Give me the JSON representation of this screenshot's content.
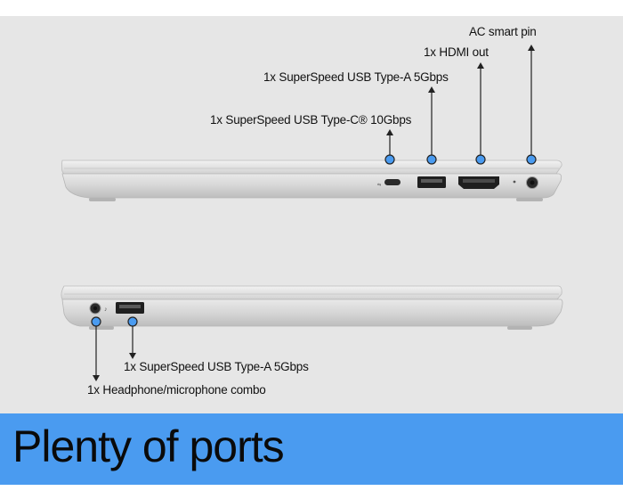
{
  "top_side": {
    "callouts": [
      {
        "id": "usb-c",
        "text": "1x SuperSpeed USB Type-C® 10Gbps"
      },
      {
        "id": "usb-a",
        "text": "1x SuperSpeed USB Type-A 5Gbps"
      },
      {
        "id": "hdmi",
        "text": "1x HDMI out"
      },
      {
        "id": "ac-pin",
        "text": "AC smart pin"
      }
    ]
  },
  "bottom_side": {
    "callouts": [
      {
        "id": "usb-a-left",
        "text": "1x SuperSpeed USB Type-A 5Gbps"
      },
      {
        "id": "headphone",
        "text": "1x Headphone/microphone combo"
      }
    ]
  },
  "banner": {
    "title": "Plenty of ports"
  },
  "colors": {
    "panel_bg": "#e6e6e6",
    "banner_bg": "#4a9bf0",
    "callout_dot": "#4a9bf0",
    "laptop_silver": "#cfcfcf"
  }
}
